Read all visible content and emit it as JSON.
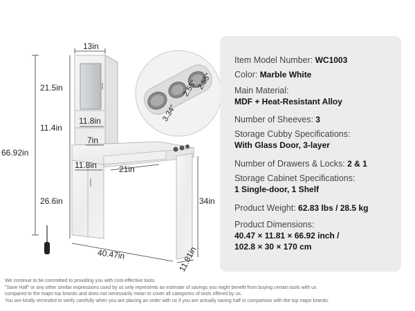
{
  "dimensions": {
    "top_width": "13in",
    "mirror_height": "21.5in",
    "shelf_height": "11.4in",
    "shelf_depth": "11.8in",
    "desk_depth": "7in",
    "total_height": "66.92in",
    "desk_lower_depth": "11.8in",
    "drawer_width": "21in",
    "cabinet_height": "26.6in",
    "desk_height": "34in",
    "base_width": "40.47in",
    "base_depth": "11.81in",
    "cup_a": "3.34\"",
    "cup_b": "2.55\"",
    "cup_c": "2.55\""
  },
  "specs": {
    "model_label": "Item Model Number:",
    "model_value": "WC1003",
    "color_label": "Color:",
    "color_value": "Marble White",
    "material_label": "Main Material:",
    "material_value": "MDF + Heat-Resistant Alloy",
    "shelves_label": "Number of Sheeves:",
    "shelves_value": "3",
    "cubby_label": "Storage Cubby Specifications:",
    "cubby_value": "With Glass Door, 3-layer",
    "drawers_label": "Number of Drawers & Locks:",
    "drawers_value": "2 & 1",
    "cabinet_label": "Storage Cabinet Specifications:",
    "cabinet_value": "1 Single-door, 1 Shelf",
    "weight_label": "Product Weight:",
    "weight_value": "62.83 lbs / 28.5 kg",
    "dims_label": "Product Dimensions:",
    "dims_value_1": "40.47 × 11.81 × 66.92 inch /",
    "dims_value_2": "102.8 × 30 × 170 cm"
  },
  "disclaimer": {
    "line1": "We continue to be committed to providing you with cost-effective tools.",
    "line2": "\"Save Half\" or any other similar expressions used by us only represents an estimate of savings you might benefit from buying certain tools with us",
    "line3": "compared to the major top brands and does not necessarily mean to cover all categories of tools offered by us.",
    "line4": "You are kindly reminded to verify carefully when you are placing an order with us if you are actually saving half in comparison with the top major brands."
  }
}
